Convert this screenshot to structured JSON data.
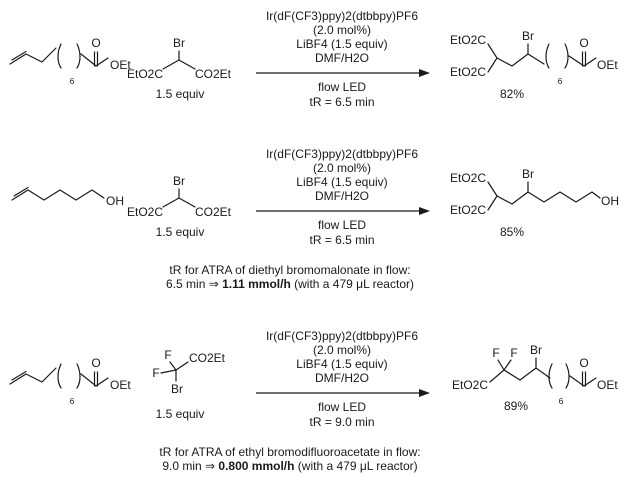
{
  "common": {
    "catalyst": "Ir(dF(CF3)ppy)2(dtbbpy)PF6",
    "catalyst_loading": "(2.0 mol%)",
    "additive": "LiBF4 (1.5 equiv)",
    "solvent": "DMF/H2O",
    "equiv_label": "1.5 equiv",
    "light": "flow LED"
  },
  "reactions": [
    {
      "id": "r1",
      "residence_time": "tR = 6.5 min",
      "yield": "82%"
    },
    {
      "id": "r2",
      "residence_time": "tR = 6.5 min",
      "yield": "85%"
    },
    {
      "id": "r3",
      "residence_time": "tR = 9.0 min",
      "yield": "89%"
    }
  ],
  "notes": [
    {
      "line1": "tR for ATRA of diethyl bromomalonate in flow:",
      "line2_prefix": "6.5 min ⇒ ",
      "line2_bold": "1.11 mmol/h",
      "line2_suffix": " (with a 479 μL reactor)"
    },
    {
      "line1": "tR for ATRA of ethyl bromodifluoroacetate in flow:",
      "line2_prefix": "9.0 min ⇒ ",
      "line2_bold": "0.800 mmol/h",
      "line2_suffix": " (with a 479 μL reactor)"
    }
  ],
  "atoms": {
    "O": "O",
    "OEt": "OEt",
    "OH": "OH",
    "Br": "Br",
    "F": "F",
    "n6": "6",
    "EtO2C": "EtO2C",
    "CO2Et": "CO2Et"
  }
}
